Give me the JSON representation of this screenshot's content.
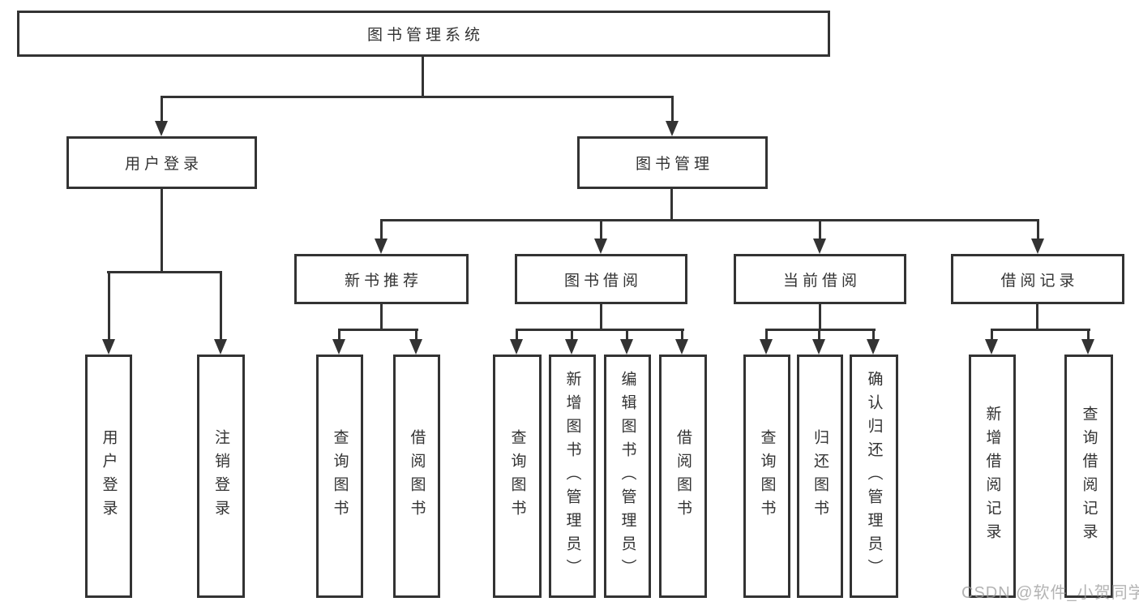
{
  "colors": {
    "line": "#333333",
    "text": "#333333",
    "background": "#ffffff",
    "watermark": "#9e9e9e"
  },
  "watermark": {
    "text": "CSDN @软件_小贺同学"
  },
  "diagram": {
    "type": "tree",
    "root": {
      "label": "图书管理系统"
    },
    "level2": [
      {
        "label": "用户登录",
        "children": [
          {
            "label": "用户登录"
          },
          {
            "label": "注销登录"
          }
        ]
      },
      {
        "label": "图书管理",
        "children": [
          {
            "label": "新书推荐",
            "children": [
              {
                "label": "查询图书"
              },
              {
                "label": "借阅图书"
              }
            ]
          },
          {
            "label": "图书借阅",
            "children": [
              {
                "label": "查询图书"
              },
              {
                "label": "新增图书（管理员）"
              },
              {
                "label": "编辑图书（管理员）"
              },
              {
                "label": "借阅图书"
              }
            ]
          },
          {
            "label": "当前借阅",
            "children": [
              {
                "label": "查询图书"
              },
              {
                "label": "归还图书"
              },
              {
                "label": "确认归还（管理员）"
              }
            ]
          },
          {
            "label": "借阅记录",
            "children": [
              {
                "label": "新增借阅记录"
              },
              {
                "label": "查询借阅记录"
              }
            ]
          }
        ]
      }
    ]
  }
}
